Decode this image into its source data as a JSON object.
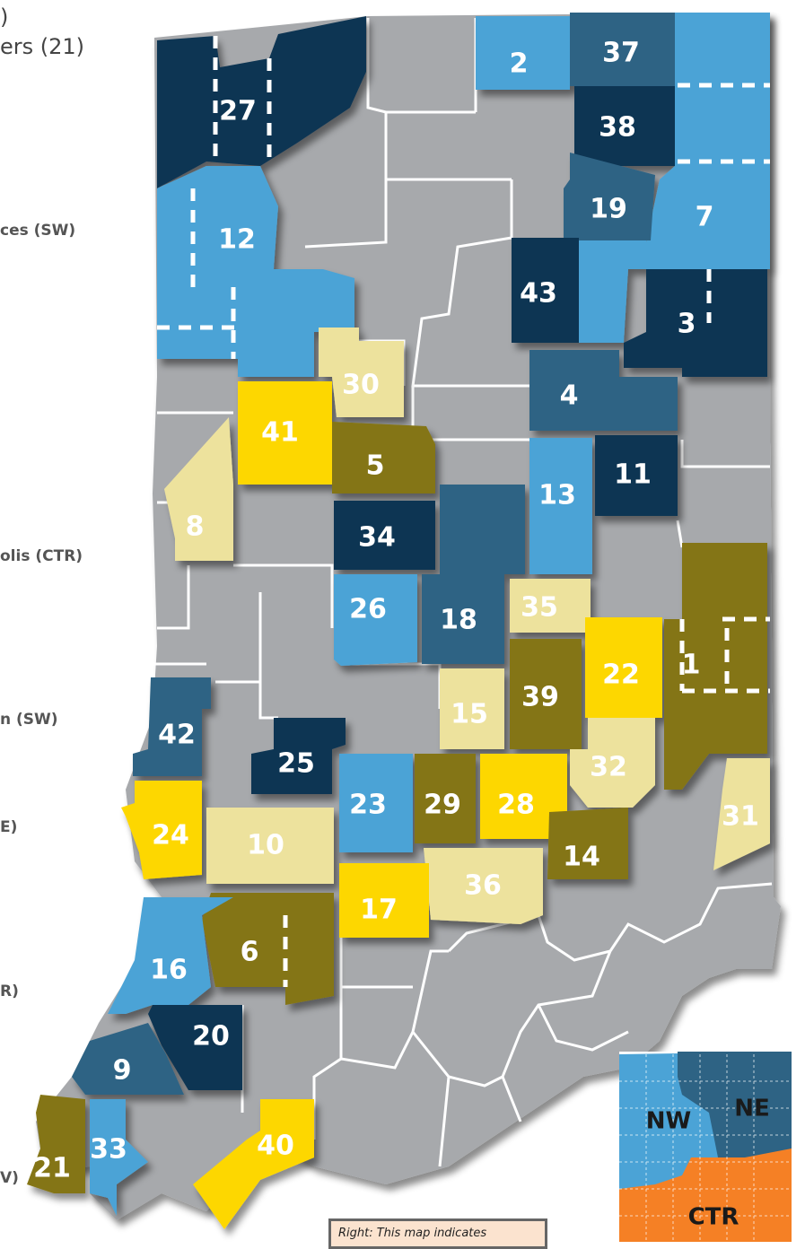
{
  "side_labels": [
    ")",
    "ers (21)",
    "ces (SW)",
    "olis (CTR)",
    "n (SW)",
    "E)",
    "R)",
    "V)"
  ],
  "colors": {
    "light_blue": "#4ba3d6",
    "steel_blue": "#2e6384",
    "navy": "#0d3452",
    "yellow": "#fdd700",
    "beige": "#ede29d",
    "olive": "#847514",
    "grey": "#a7a9ac",
    "inset_blue": "#4ba3d6",
    "inset_dark": "#2e6384",
    "inset_orange": "#f58025"
  },
  "regions": [
    {
      "label": "27",
      "color": "navy"
    },
    {
      "label": "2",
      "color": "light_blue"
    },
    {
      "label": "37",
      "color": "steel_blue"
    },
    {
      "label": "38",
      "color": "navy"
    },
    {
      "label": "12",
      "color": "light_blue"
    },
    {
      "label": "19",
      "color": "steel_blue"
    },
    {
      "label": "7",
      "color": "light_blue"
    },
    {
      "label": "43",
      "color": "navy"
    },
    {
      "label": "3",
      "color": "navy"
    },
    {
      "label": "30",
      "color": "beige"
    },
    {
      "label": "4",
      "color": "steel_blue"
    },
    {
      "label": "41",
      "color": "yellow"
    },
    {
      "label": "5",
      "color": "olive"
    },
    {
      "label": "11",
      "color": "navy"
    },
    {
      "label": "13",
      "color": "light_blue"
    },
    {
      "label": "8",
      "color": "beige"
    },
    {
      "label": "34",
      "color": "navy"
    },
    {
      "label": "26",
      "color": "light_blue"
    },
    {
      "label": "18",
      "color": "steel_blue"
    },
    {
      "label": "35",
      "color": "beige"
    },
    {
      "label": "22",
      "color": "yellow"
    },
    {
      "label": "1",
      "color": "olive"
    },
    {
      "label": "39",
      "color": "olive"
    },
    {
      "label": "15",
      "color": "beige"
    },
    {
      "label": "42",
      "color": "steel_blue"
    },
    {
      "label": "25",
      "color": "navy"
    },
    {
      "label": "32",
      "color": "beige"
    },
    {
      "label": "23",
      "color": "light_blue"
    },
    {
      "label": "29",
      "color": "olive"
    },
    {
      "label": "28",
      "color": "yellow"
    },
    {
      "label": "31",
      "color": "beige"
    },
    {
      "label": "24",
      "color": "yellow"
    },
    {
      "label": "10",
      "color": "beige"
    },
    {
      "label": "14",
      "color": "olive"
    },
    {
      "label": "36",
      "color": "beige"
    },
    {
      "label": "17",
      "color": "yellow"
    },
    {
      "label": "6",
      "color": "olive"
    },
    {
      "label": "16",
      "color": "light_blue"
    },
    {
      "label": "20",
      "color": "navy"
    },
    {
      "label": "9",
      "color": "steel_blue"
    },
    {
      "label": "40",
      "color": "yellow"
    },
    {
      "label": "33",
      "color": "light_blue"
    },
    {
      "label": "21",
      "color": "olive"
    }
  ],
  "inset": {
    "nw": "NW",
    "ne": "NE",
    "ctr": "CTR"
  },
  "caption": "Right: This map indicates"
}
